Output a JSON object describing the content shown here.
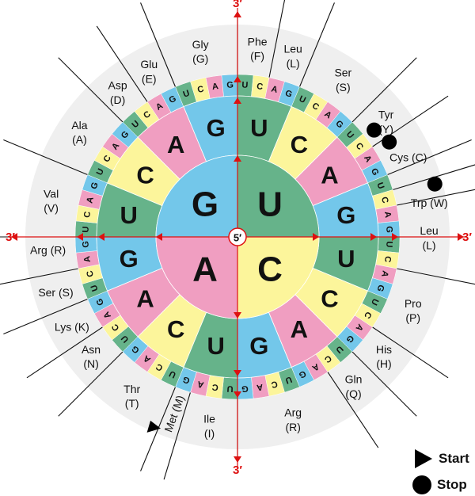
{
  "colors": {
    "U": "#66b38a",
    "C": "#fcf59b",
    "A": "#f09ec1",
    "G": "#73c7ea",
    "outer": "#efefef",
    "axis": "#dd1111"
  },
  "rings": {
    "first": [
      "U",
      "C",
      "A",
      "G"
    ],
    "second": [
      "U",
      "C",
      "A",
      "G"
    ],
    "third": [
      "U",
      "C",
      "A",
      "G"
    ]
  },
  "amino_acids": [
    {
      "name": "Phe",
      "abbr": "(F)"
    },
    {
      "name": "Leu",
      "abbr": "(L)"
    },
    {
      "name": "Ser",
      "abbr": "(S)"
    },
    {
      "name": "Tyr",
      "abbr": "(Y)"
    },
    {
      "name": "Cys (C)",
      "abbr": ""
    },
    {
      "name": "Trp (W)",
      "abbr": ""
    },
    {
      "name": "Leu",
      "abbr": "(L)"
    },
    {
      "name": "Pro",
      "abbr": "(P)"
    },
    {
      "name": "His",
      "abbr": "(H)"
    },
    {
      "name": "Gln",
      "abbr": "(Q)"
    },
    {
      "name": "Arg",
      "abbr": "(R)"
    },
    {
      "name": "Ile",
      "abbr": "(I)"
    },
    {
      "name": "Met (M)",
      "abbr": ""
    },
    {
      "name": "Thr",
      "abbr": "(T)"
    },
    {
      "name": "Asn",
      "abbr": "(N)"
    },
    {
      "name": "Lys (K)",
      "abbr": ""
    },
    {
      "name": "Ser (S)",
      "abbr": ""
    },
    {
      "name": "Arg (R)",
      "abbr": ""
    },
    {
      "name": "Val",
      "abbr": "(V)"
    },
    {
      "name": "Ala",
      "abbr": "(A)"
    },
    {
      "name": "Asp",
      "abbr": "(D)"
    },
    {
      "name": "Glu",
      "abbr": "(E)"
    },
    {
      "name": "Gly",
      "abbr": "(G)"
    }
  ],
  "center_label": "5′",
  "axis_end_label": "3′",
  "legend": {
    "start_label": "Start",
    "stop_label": "Stop"
  }
}
